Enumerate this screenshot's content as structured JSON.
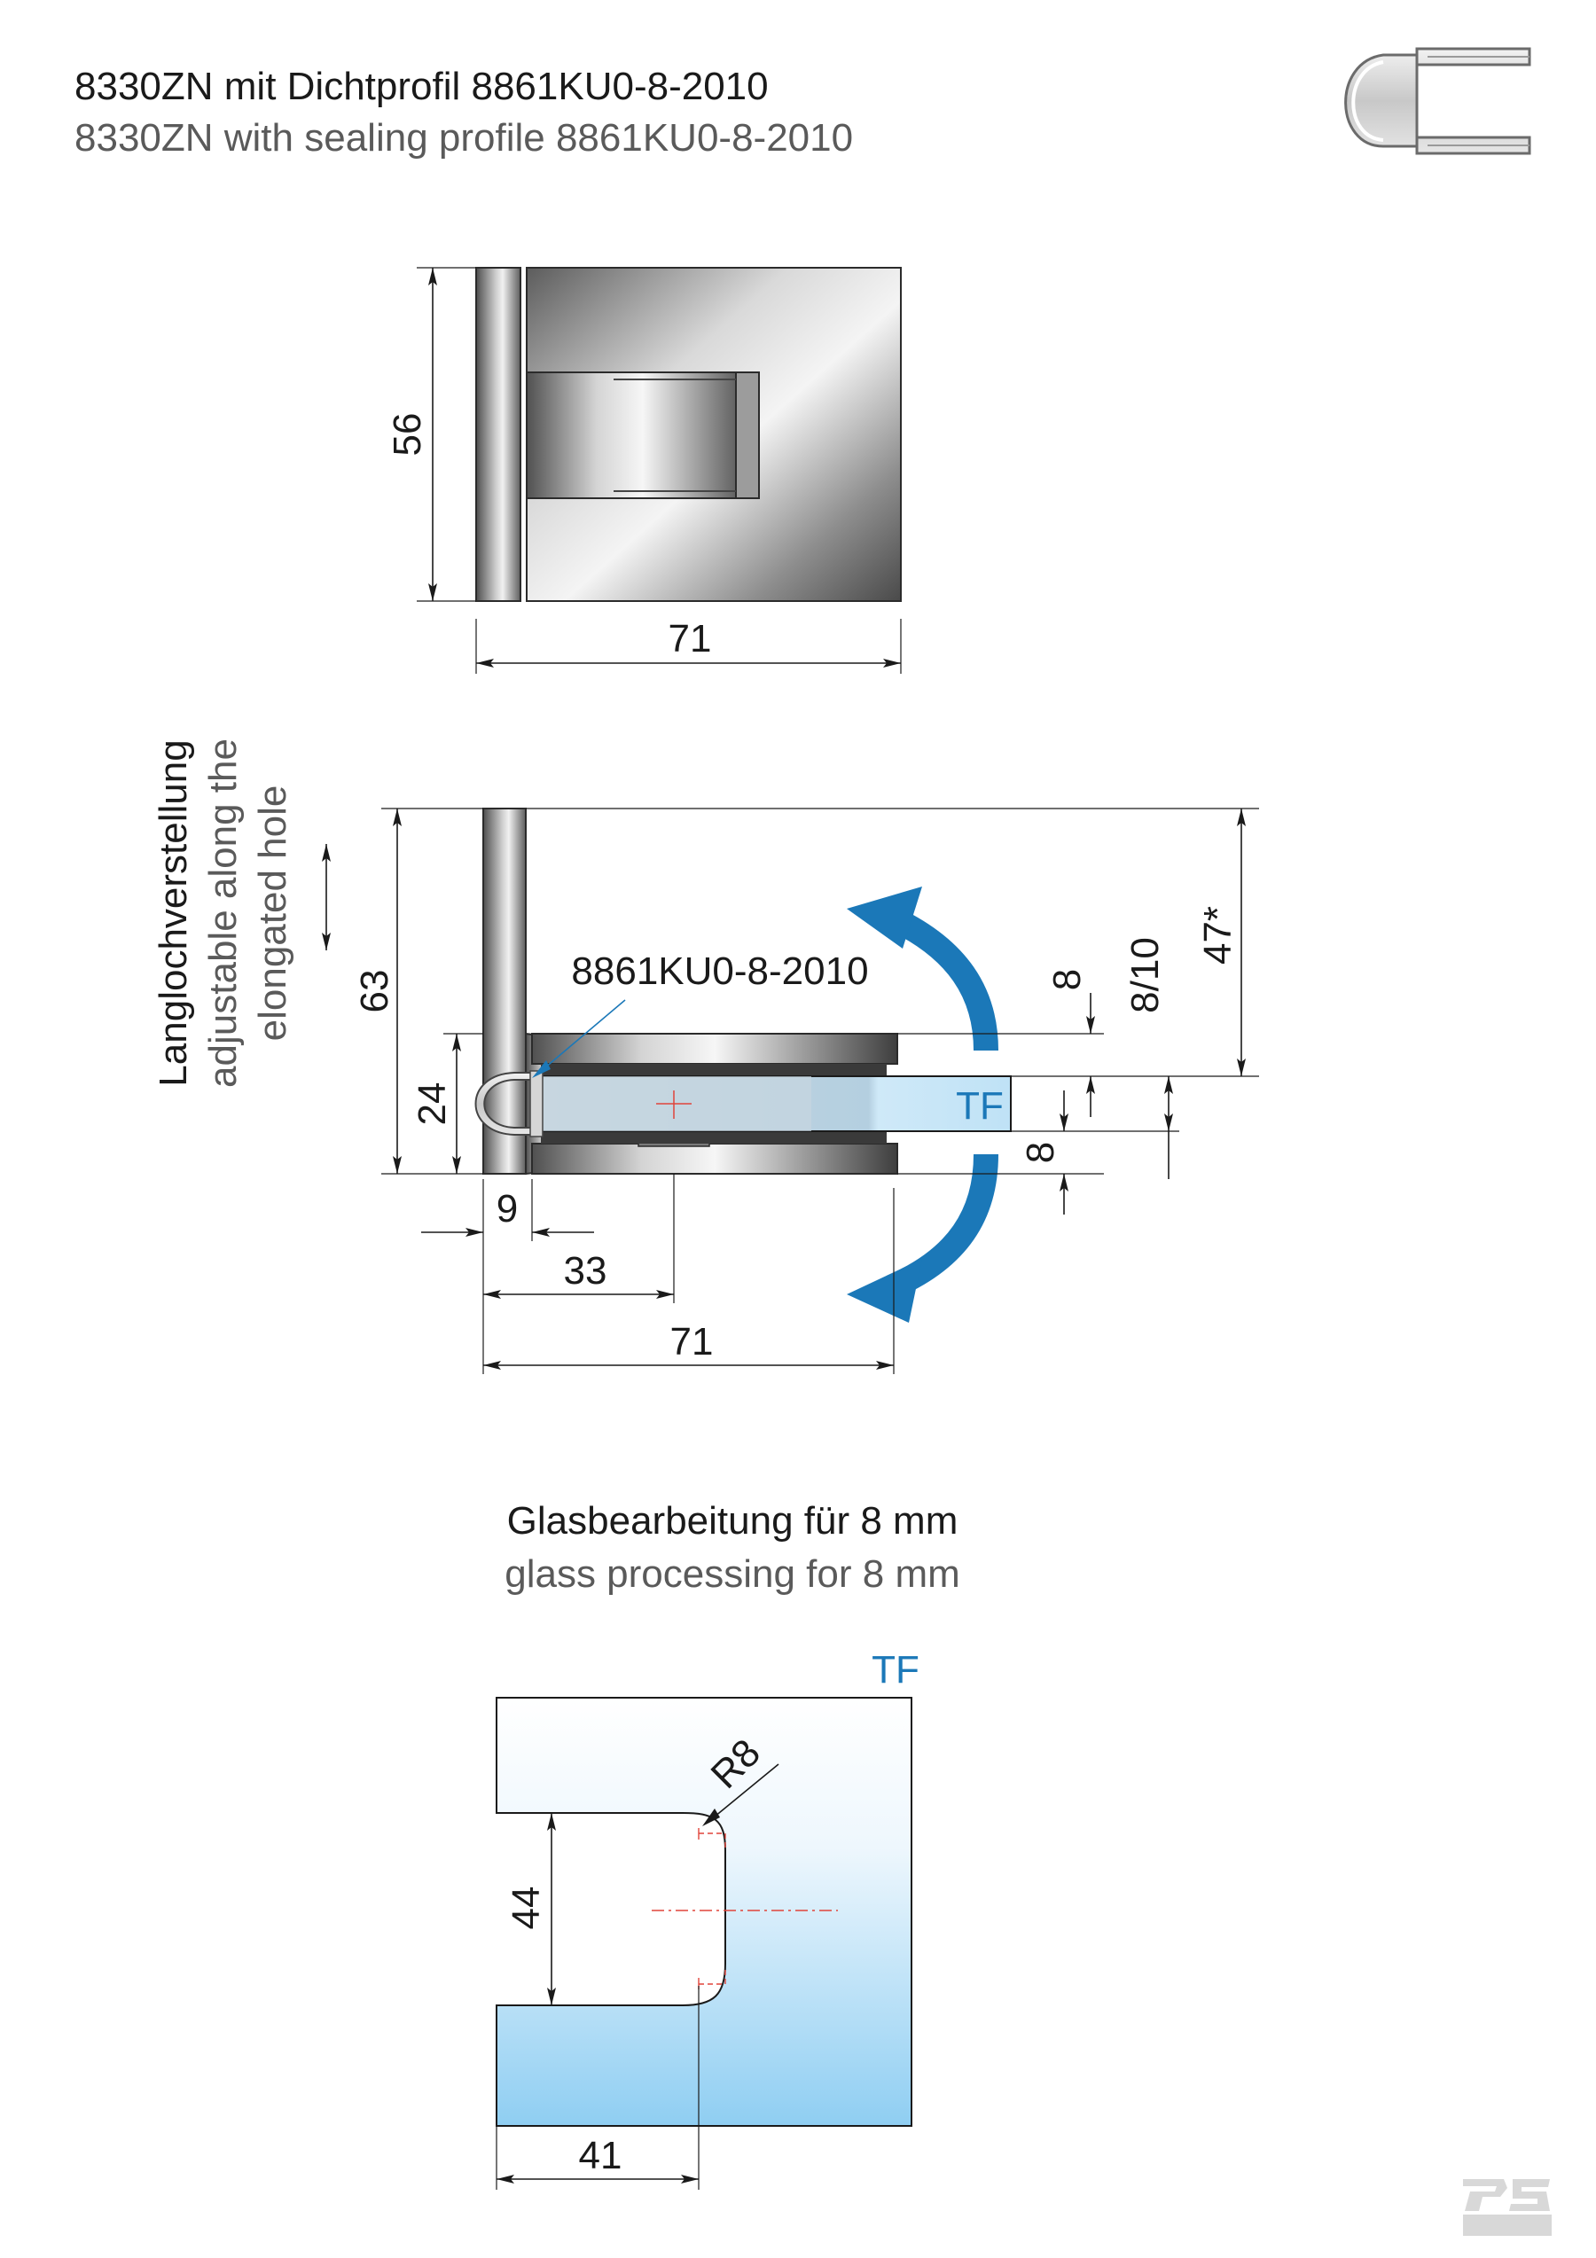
{
  "header": {
    "title_de": "8330ZN mit Dichtprofil 8861KU0-8-2010",
    "title_en": "8330ZN with sealing profile 8861KU0-8-2010"
  },
  "front_view": {
    "height": "56",
    "width": "71"
  },
  "side_view": {
    "adjust_de": "Langlochverstellung",
    "adjust_en_1": "adjustable along the",
    "adjust_en_2": "elongated hole",
    "profile_label": "8861KU0-8-2010",
    "glass_label": "TF",
    "dim_63": "63",
    "dim_24": "24",
    "dim_9": "9",
    "dim_33": "33",
    "dim_71": "71",
    "dim_8_top": "8",
    "dim_8_bottom": "8",
    "dim_8_10": "8/10",
    "dim_47": "47*"
  },
  "glass_processing": {
    "title_de": "Glasbearbeitung für 8 mm",
    "title_en": "glass processing for 8 mm",
    "glass_label": "TF",
    "radius": "R8",
    "dim_44": "44",
    "dim_41": "41"
  },
  "colors": {
    "accent_blue": "#1b78b8",
    "glass_light": "#eaf5fc",
    "glass_dark": "#8fcef2"
  }
}
